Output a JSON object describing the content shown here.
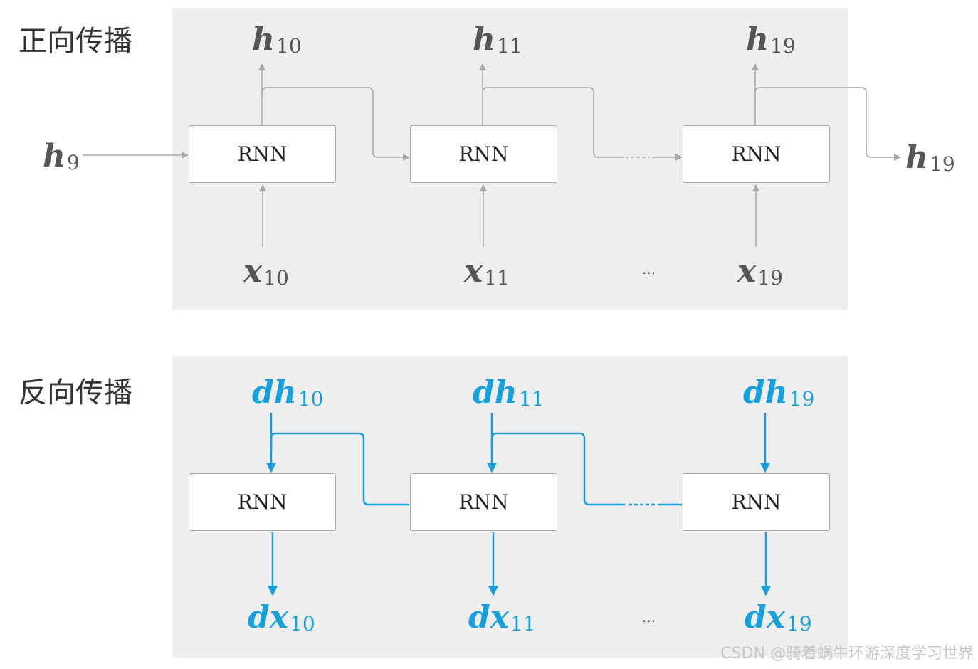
{
  "forward": {
    "title": "正向传播",
    "cells": [
      "RNN",
      "RNN",
      "RNN"
    ],
    "outputs": [
      {
        "sym": "h",
        "sub": "10"
      },
      {
        "sym": "h",
        "sub": "11"
      },
      {
        "sym": "h",
        "sub": "19"
      }
    ],
    "inputs": [
      {
        "sym": "x",
        "sub": "10"
      },
      {
        "sym": "x",
        "sub": "11"
      },
      {
        "sym": "x",
        "sub": "19"
      }
    ],
    "initial_state": {
      "sym": "h",
      "sub": "9"
    },
    "final_state": {
      "sym": "h",
      "sub": "19"
    },
    "ellipsis": "..."
  },
  "backward": {
    "title": "反向传播",
    "cells": [
      "RNN",
      "RNN",
      "RNN"
    ],
    "grad_outputs": [
      {
        "sym": "dh",
        "sub": "10"
      },
      {
        "sym": "dh",
        "sub": "11"
      },
      {
        "sym": "dh",
        "sub": "19"
      }
    ],
    "grad_inputs": [
      {
        "sym": "dx",
        "sub": "10"
      },
      {
        "sym": "dx",
        "sub": "11"
      },
      {
        "sym": "dx",
        "sub": "19"
      }
    ],
    "ellipsis": "..."
  },
  "colors": {
    "forward_arrow": "#a8a8a8",
    "backward_arrow": "#16a0dd",
    "panel_bg": "#eeeeee"
  },
  "watermark": "CSDN @骑着蜗牛环游深度学习世界"
}
